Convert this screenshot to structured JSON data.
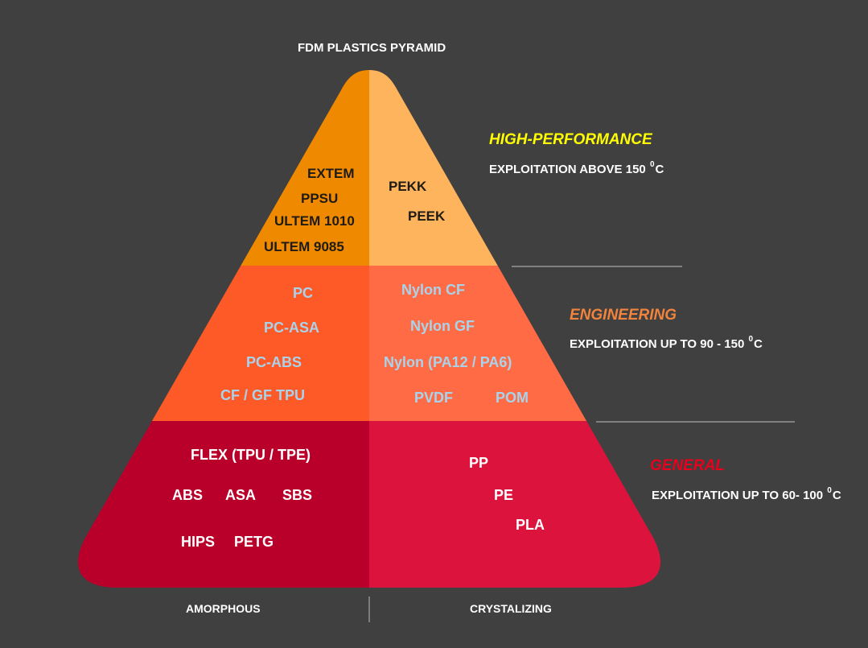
{
  "title": "FDM PLASTICS PYRAMID",
  "colors": {
    "background": "#404040",
    "high_left": "#ef8a00",
    "high_right": "#fdb45c",
    "engineering_left": "#fd5a27",
    "engineering_right": "#fe6b45",
    "general_left": "#b8002b",
    "general_right": "#dc133d",
    "high_performance_label": "#ffff00",
    "engineering_label": "#f0843c",
    "general_label": "#e8001c"
  },
  "tiers": {
    "high": {
      "name": "HIGH-PERFORMANCE",
      "description_prefix": "EXPLOITATION  ABOVE  150",
      "description_sup": "0",
      "description_suffix": "C",
      "amorphous": [
        "EXTEM",
        "PPSU",
        "ULTEM 1010",
        "ULTEM 9085"
      ],
      "crystalizing": [
        "PEKK",
        "PEEK"
      ]
    },
    "engineering": {
      "name": "ENGINEERING",
      "description_prefix": "EXPLOITATION  UP TO 90 - 150",
      "description_sup": "0",
      "description_suffix": "C",
      "amorphous": [
        "PC",
        "PC-ASA",
        "PC-ABS",
        "CF / GF TPU"
      ],
      "crystalizing": [
        "Nylon CF",
        "Nylon GF",
        "Nylon (PA12 / PA6)",
        "PVDF",
        "POM"
      ]
    },
    "general": {
      "name": "GENERAL",
      "description_prefix": "EXPLOITATION  UP TO 60- 100",
      "description_sup": "0",
      "description_suffix": "C",
      "amorphous": [
        "FLEX (TPU / TPE)",
        "ABS",
        "ASA",
        "SBS",
        "HIPS",
        "PETG"
      ],
      "crystalizing": [
        "PP",
        "PE",
        "PLA"
      ]
    }
  },
  "axis": {
    "left": "AMORPHOUS",
    "right": "CRYSTALIZING"
  }
}
